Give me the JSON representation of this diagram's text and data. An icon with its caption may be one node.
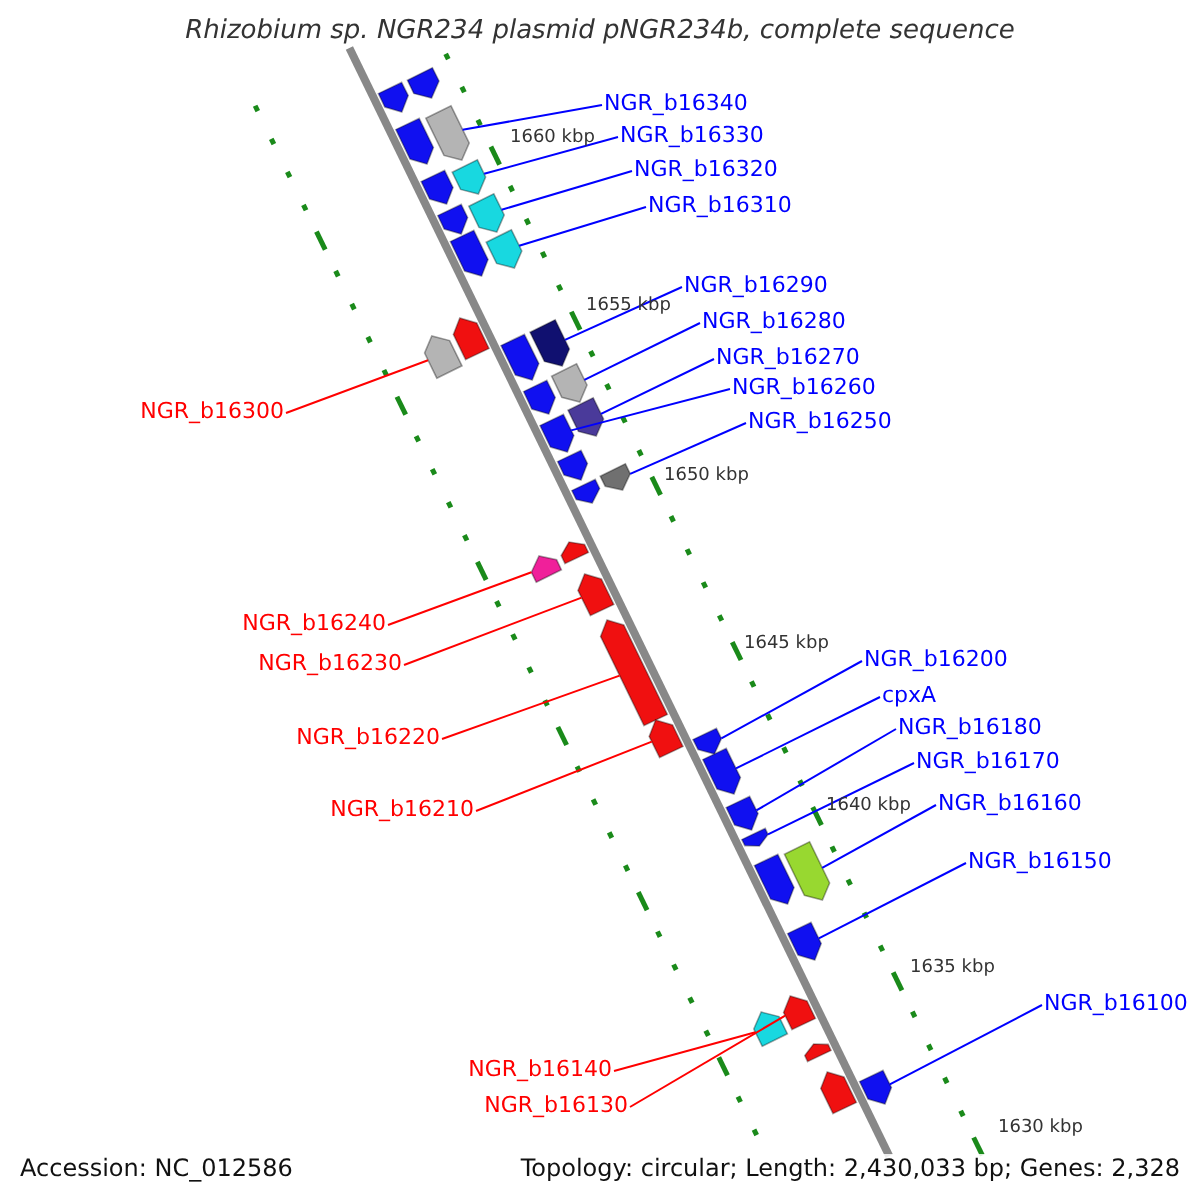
{
  "diagram": {
    "title": "Rhizobium sp. NGR234 plasmid pNGR234b, complete sequence",
    "nodes": [
      {
        "text": [
          "NGR_b16340"
        ]
      },
      {
        "text": [
          "NGR_b16330"
        ]
      },
      {
        "text": [
          "NGR_b16320"
        ]
      },
      {
        "text": [
          "NGR_b16310"
        ]
      },
      {
        "text": [
          "NGR_b16290"
        ]
      },
      {
        "text": [
          "NGR_b16280"
        ]
      },
      {
        "text": [
          "NGR_b16270"
        ]
      },
      {
        "text": [
          "NGR_b16260"
        ]
      },
      {
        "text": [
          "NGR_b16250"
        ]
      },
      {
        "text": [
          "NGR_b16300"
        ]
      },
      {
        "text": [
          "NGR_b16240"
        ]
      },
      {
        "text": [
          "NGR_b16230"
        ]
      },
      {
        "text": [
          "NGR_b16220"
        ]
      },
      {
        "text": [
          "NGR_b16210"
        ]
      },
      {
        "text": [
          "NGR_b16200"
        ]
      },
      {
        "text": [
          "cpxA"
        ]
      },
      {
        "text": [
          "NGR_b16180"
        ]
      },
      {
        "text": [
          "NGR_b16170"
        ]
      },
      {
        "text": [
          "NGR_b16160"
        ]
      },
      {
        "text": [
          "NGR_b16150"
        ]
      },
      {
        "text": [
          "NGR_b16140"
        ]
      },
      {
        "text": [
          "NGR_b16130"
        ]
      },
      {
        "text": [
          "NGR_b16100"
        ]
      },
      {
        "text": [],
        "shape": "arrow"
      },
      {
        "text": [],
        "shape": "arrow"
      },
      {
        "text": [],
        "shape": "arrow"
      },
      {
        "text": [],
        "shape": "arrow"
      },
      {
        "text": [],
        "shape": "arrow"
      },
      {
        "text": [],
        "shape": "arrow"
      },
      {
        "text": [],
        "shape": "arrow"
      },
      {
        "text": [],
        "shape": "arrow"
      },
      {
        "text": [],
        "shape": "arrow"
      },
      {
        "text": [],
        "shape": "arrow"
      },
      {
        "text": [],
        "shape": "arrow"
      },
      {
        "text": [],
        "shape": "arrow"
      },
      {
        "text": [],
        "shape": "arrow"
      },
      {
        "text": [],
        "shape": "arrow"
      },
      {
        "text": [],
        "shape": "arrow"
      },
      {
        "text": [],
        "shape": "arrow"
      },
      {
        "text": [],
        "shape": "arrow"
      },
      {
        "text": [],
        "shape": "arrow"
      },
      {
        "text": [],
        "shape": "arrow"
      },
      {
        "text": [],
        "shape": "arrow"
      },
      {
        "text": [],
        "shape": "arrow"
      },
      {
        "text": [],
        "shape": "arrow"
      },
      {
        "text": [],
        "shape": "arrow"
      },
      {
        "text": [],
        "shape": "arrow"
      },
      {
        "text": [],
        "shape": "arrow"
      },
      {
        "text": [],
        "shape": "arrow"
      },
      {
        "text": [],
        "shape": "arrow"
      },
      {
        "text": [],
        "shape": "arrow"
      },
      {
        "text": [],
        "shape": "arrow"
      },
      {
        "text": [],
        "shape": "arrow"
      },
      {
        "text": [],
        "shape": "arrow"
      },
      {
        "text": [],
        "shape": "arrow"
      },
      {
        "text": [],
        "shape": "arrow"
      },
      {
        "text": [],
        "shape": "arrow"
      },
      {
        "text": [],
        "shape": "arrow"
      },
      {
        "text": [],
        "shape": "arrow"
      },
      {
        "text": [],
        "shape": "arrow"
      },
      {
        "text": [],
        "shape": "arrow"
      }
    ],
    "edges": [
      {
        "from": 0,
        "to": 25,
        "arrow": "none"
      },
      {
        "from": 1,
        "to": 27,
        "arrow": "none"
      },
      {
        "from": 2,
        "to": 29,
        "arrow": "none"
      },
      {
        "from": 3,
        "to": 31,
        "arrow": "none"
      },
      {
        "from": 4,
        "to": 35,
        "arrow": "none"
      },
      {
        "from": 5,
        "to": 37,
        "arrow": "none"
      },
      {
        "from": 6,
        "to": 39,
        "arrow": "none"
      },
      {
        "from": 7,
        "to": 40,
        "arrow": "none"
      },
      {
        "from": 8,
        "to": 42,
        "arrow": "none"
      },
      {
        "from": 9,
        "to": 34,
        "arrow": "none",
        "color": "#ff0000"
      },
      {
        "from": 10,
        "to": 45,
        "arrow": "none",
        "color": "#ff0000"
      },
      {
        "from": 11,
        "to": 46,
        "arrow": "none",
        "color": "#ff0000"
      },
      {
        "from": 12,
        "to": 47,
        "arrow": "none",
        "color": "#ff0000"
      },
      {
        "from": 13,
        "to": 48,
        "arrow": "none",
        "color": "#ff0000"
      },
      {
        "from": 14,
        "to": 49,
        "arrow": "none"
      },
      {
        "from": 15,
        "to": 50,
        "arrow": "none"
      },
      {
        "from": 16,
        "to": 51,
        "arrow": "none"
      },
      {
        "from": 17,
        "to": 52,
        "arrow": "none"
      },
      {
        "from": 18,
        "to": 53,
        "arrow": "none"
      },
      {
        "from": 19,
        "to": 55,
        "arrow": "none"
      },
      {
        "from": 20,
        "to": 57,
        "arrow": "none",
        "color": "#ff0000"
      },
      {
        "from": 21,
        "to": 56,
        "arrow": "none",
        "color": "#ff0000"
      },
      {
        "from": 22,
        "to": 60,
        "arrow": "none"
      }
    ],
    "labels": [
      "1660 kbp",
      "1655 kbp",
      "1650 kbp",
      "1645 kbp",
      "1640 kbp",
      "1635 kbp",
      "1630 kbp",
      "Accession: NC_012586",
      "Topology: circular; Length: 2,430,033 bp; Genes: 2,328"
    ]
  }
}
